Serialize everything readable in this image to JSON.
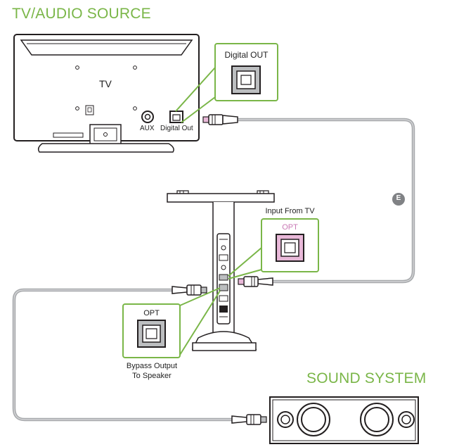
{
  "headings": {
    "source": "TV/AUDIO SOURCE",
    "sound_system": "SOUND SYSTEM"
  },
  "tv": {
    "label": "TV",
    "aux_label": "AUX",
    "digital_out_label": "Digital Out"
  },
  "callouts": {
    "digital_out": "Digital OUT",
    "input_opt": "OPT",
    "input_from_tv": "Input From TV",
    "bypass_opt": "OPT",
    "bypass_line1": "Bypass Output",
    "bypass_line2": "To Speaker"
  },
  "cable_marker": "E",
  "colors": {
    "accent_green": "#7ab648",
    "cable_gray": "#a7a9ac",
    "input_opt_pink": "#e8b8d8",
    "input_opt_text": "#c979b5",
    "outline": "#231f20"
  }
}
